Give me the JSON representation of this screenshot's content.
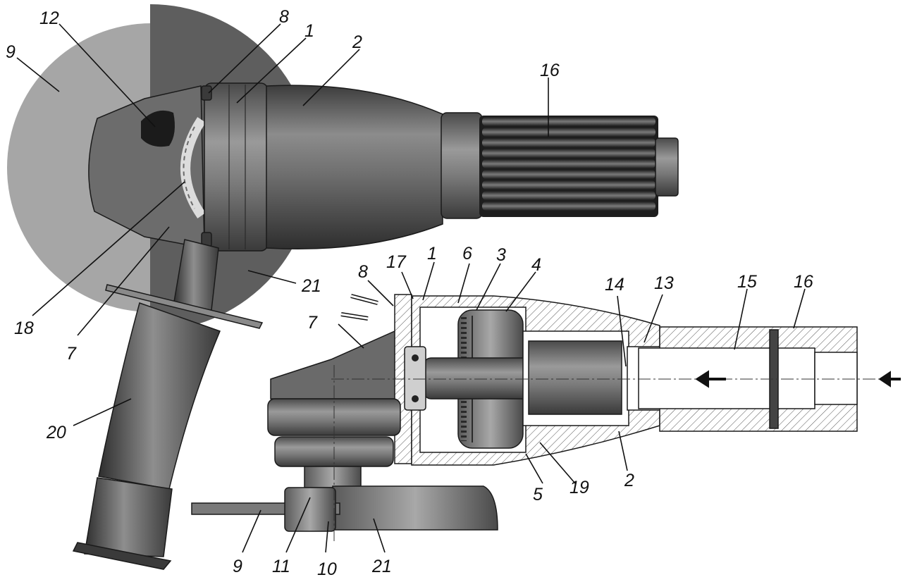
{
  "labels": {
    "top_9": "9",
    "top_12": "12",
    "top_8": "8",
    "top_1": "1",
    "top_2": "2",
    "top_16": "16",
    "top_21": "21",
    "top_18": "18",
    "top_7": "7",
    "top_20": "20",
    "sec_8": "8",
    "sec_17": "17",
    "sec_1": "1",
    "sec_6": "6",
    "sec_3": "3",
    "sec_4": "4",
    "sec_14": "14",
    "sec_13": "13",
    "sec_15": "15",
    "sec_16": "16",
    "sec_7": "7",
    "sec_5": "5",
    "sec_19": "19",
    "sec_2": "2",
    "bot_9": "9",
    "bot_11": "11",
    "bot_10": "10",
    "bot_21": "21"
  }
}
